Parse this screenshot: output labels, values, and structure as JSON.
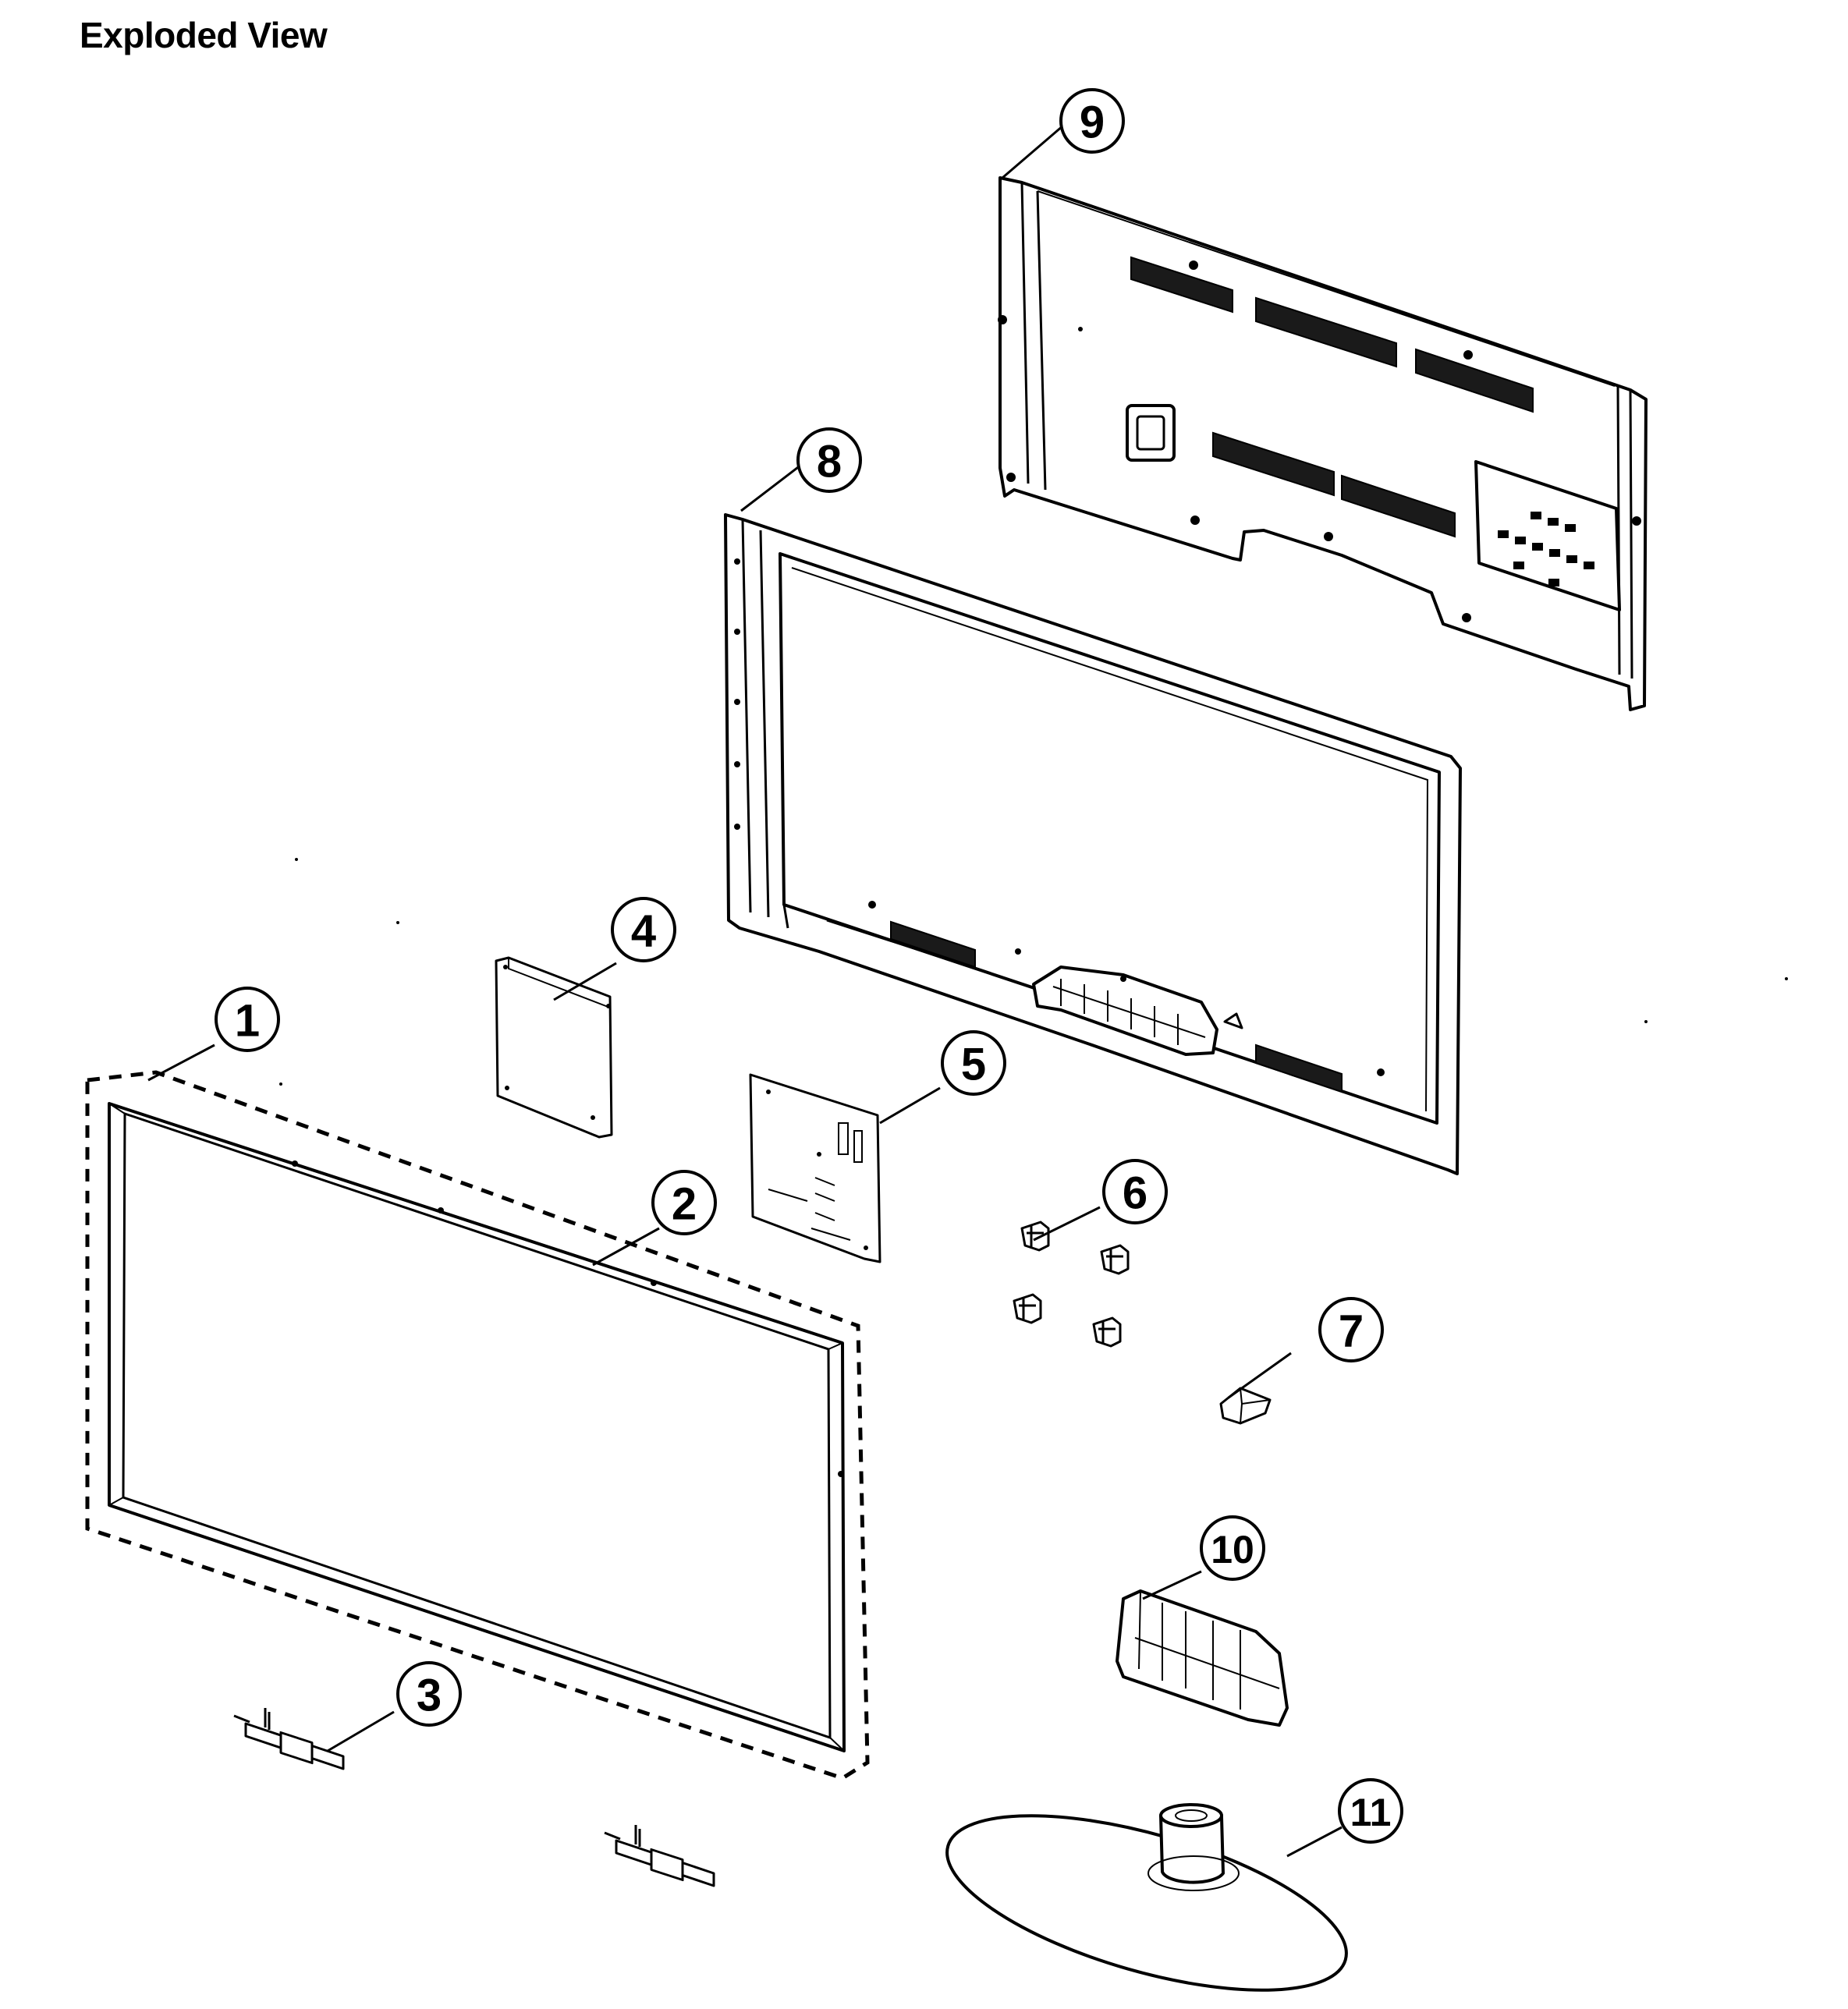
{
  "title": "Exploded View",
  "callouts": [
    {
      "id": "1",
      "label": "1"
    },
    {
      "id": "2",
      "label": "2"
    },
    {
      "id": "3",
      "label": "3"
    },
    {
      "id": "4",
      "label": "4"
    },
    {
      "id": "5",
      "label": "5"
    },
    {
      "id": "6",
      "label": "6"
    },
    {
      "id": "7",
      "label": "7"
    },
    {
      "id": "8",
      "label": "8"
    },
    {
      "id": "9",
      "label": "9"
    },
    {
      "id": "10",
      "label": "10"
    },
    {
      "id": "11",
      "label": "11"
    }
  ]
}
